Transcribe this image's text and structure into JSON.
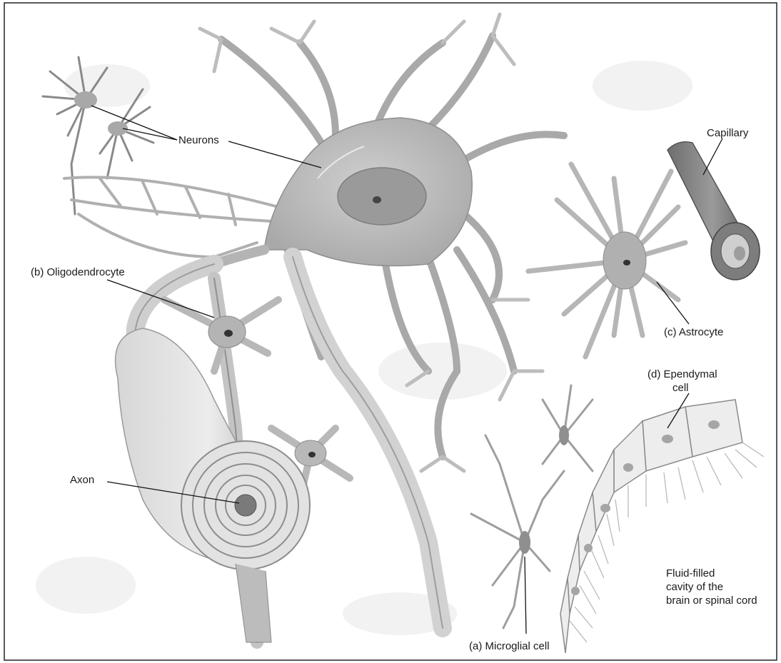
{
  "labels": {
    "neurons": "Neurons",
    "capillary": "Capillary",
    "oligodendrocyte": "(b) Oligodendrocyte",
    "astrocyte": "(c) Astrocyte",
    "ependymal_line1": "(d) Ependymal",
    "ependymal_line2": "cell",
    "axon": "Axon",
    "microglial": "(a) Microglial cell",
    "cavity_line1": "Fluid-filled",
    "cavity_line2": "cavity of the",
    "cavity_line3": "brain or spinal cord"
  }
}
